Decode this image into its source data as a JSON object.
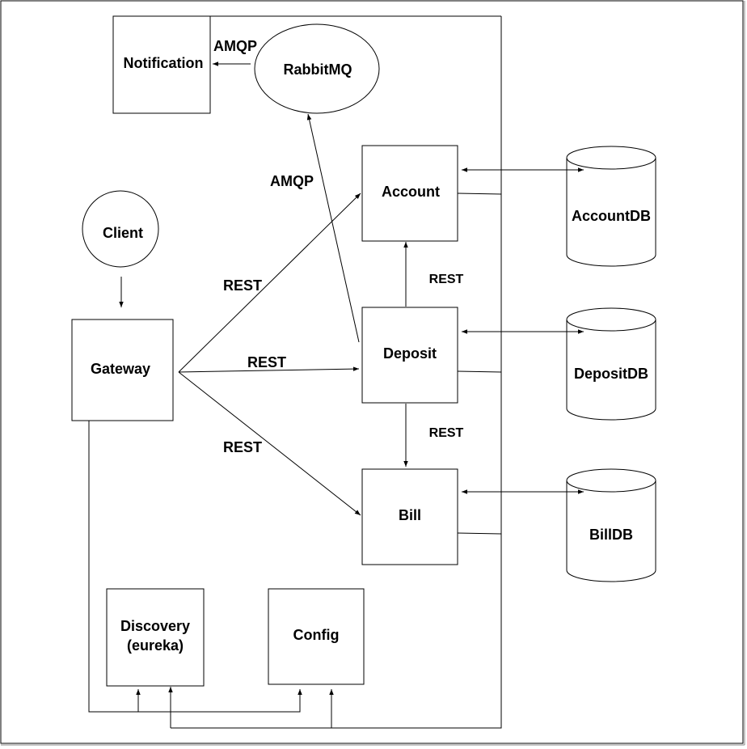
{
  "nodes": {
    "notification": "Notification",
    "rabbitmq": "RabbitMQ",
    "client": "Client",
    "gateway": "Gateway",
    "account": "Account",
    "deposit": "Deposit",
    "bill": "Bill",
    "discovery_line1": "Discovery",
    "discovery_line2": "(eureka)",
    "config": "Config",
    "account_db": "AccountDB",
    "deposit_db": "DepositDB",
    "bill_db": "BillDB"
  },
  "edges": {
    "rabbit_to_notification": "AMQP",
    "deposit_to_rabbit": "AMQP",
    "gateway_to_account": "REST",
    "gateway_to_deposit": "REST",
    "gateway_to_bill": "REST",
    "deposit_to_account": "REST",
    "deposit_to_bill": "REST"
  }
}
